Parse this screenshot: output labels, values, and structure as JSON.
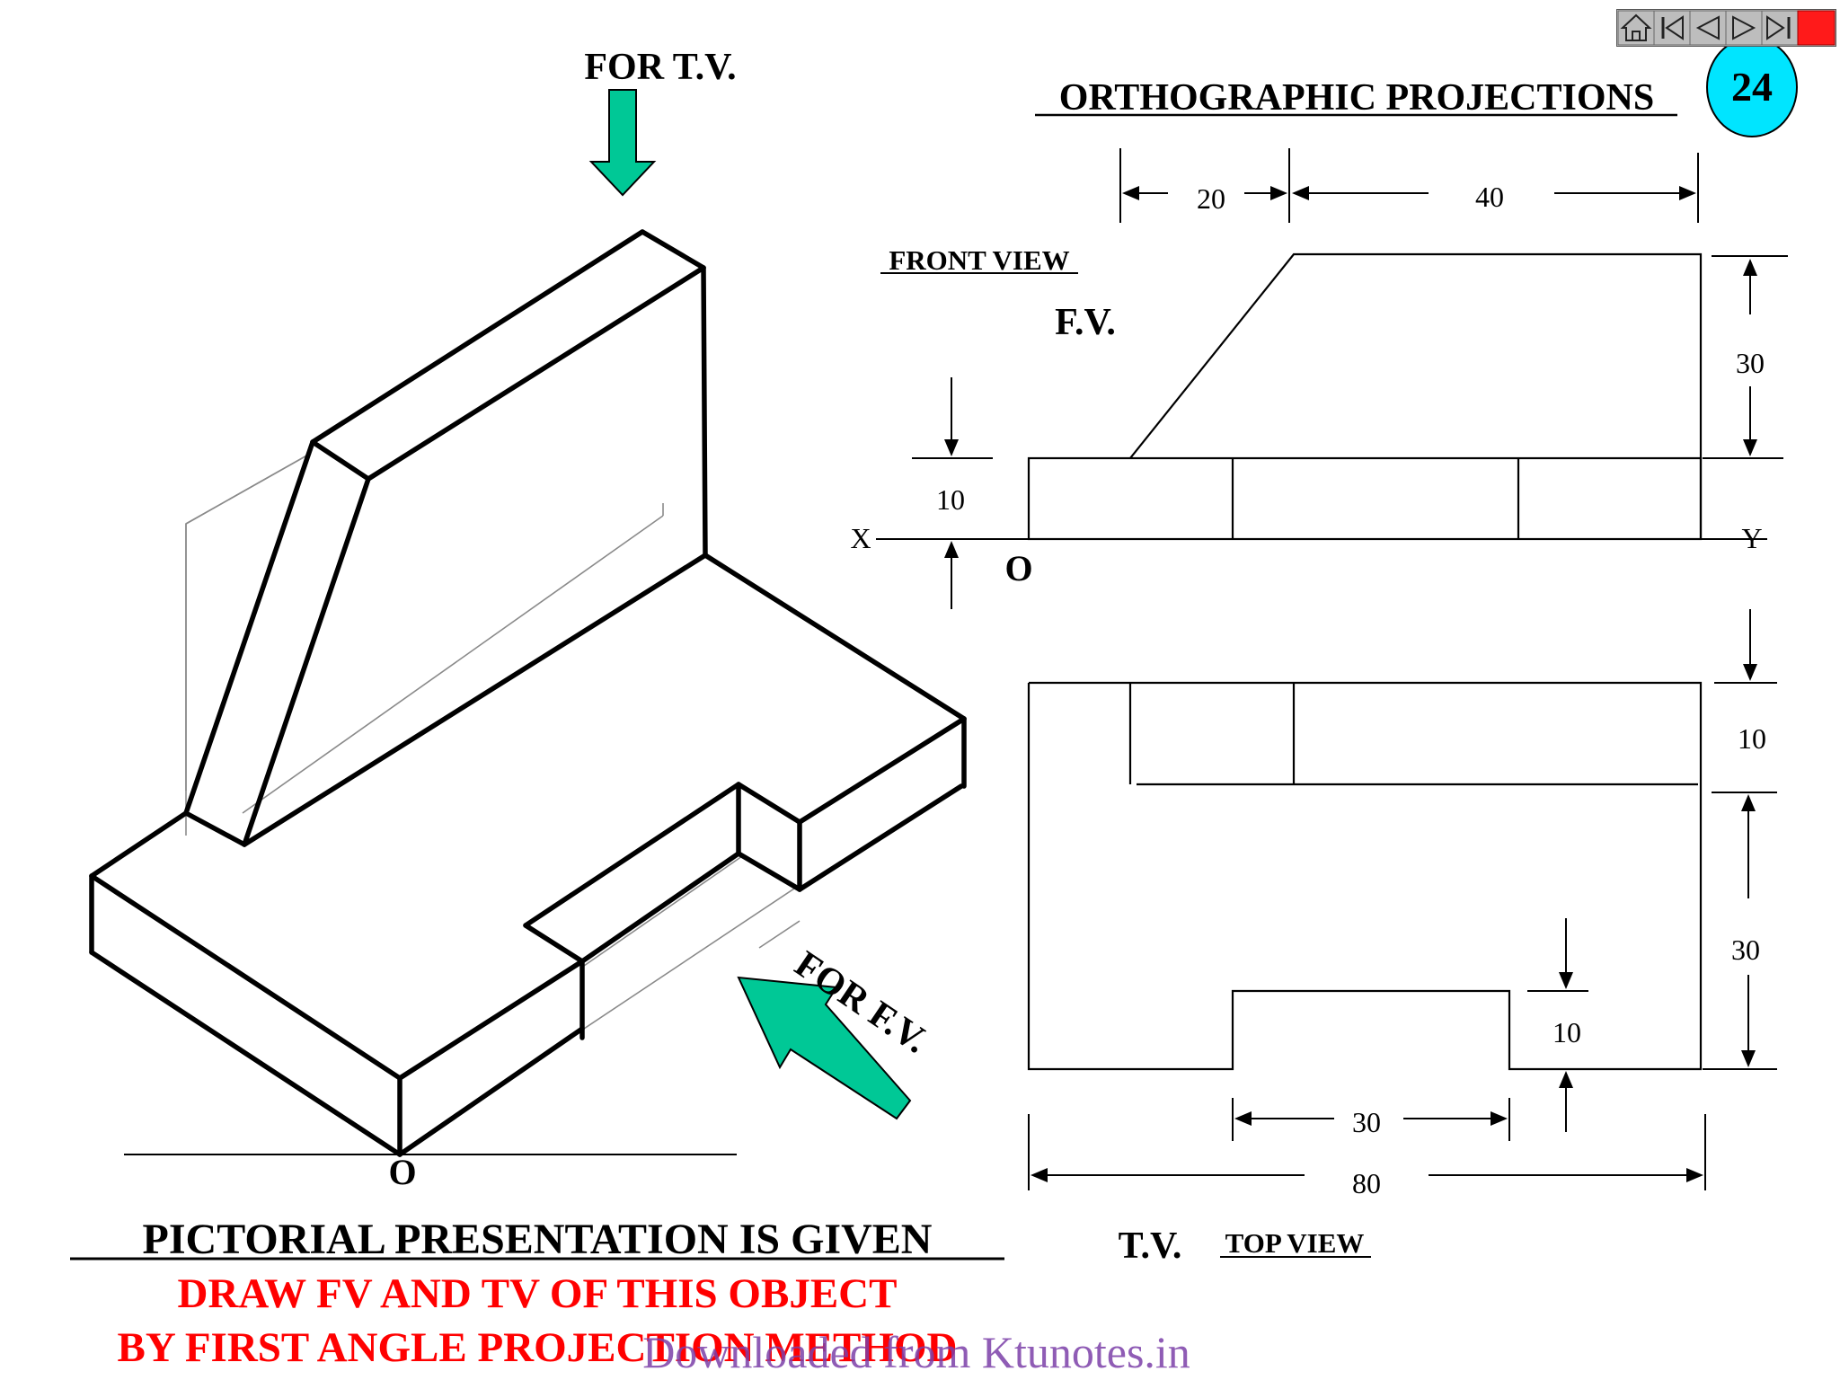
{
  "header": {
    "title": "ORTHOGRAPHIC PROJECTIONS",
    "slide_number": "24"
  },
  "nav": {
    "buttons": [
      "home-icon",
      "first-icon",
      "previous-icon",
      "next-icon",
      "last-icon",
      "close-icon"
    ]
  },
  "pictorial": {
    "label_tv": "FOR T.V.",
    "label_fv": "FOR F.V.",
    "origin_label": "O"
  },
  "front_view": {
    "heading": "FRONT VIEW",
    "label": "F.V.",
    "x_label": "X",
    "y_label": "Y",
    "origin_label": "O",
    "dims": {
      "top_left": "20",
      "top_right": "40",
      "height_upper": "30",
      "height_base": "10"
    }
  },
  "top_view": {
    "heading": "TOP VIEW",
    "label": "T.V.",
    "dims": {
      "depth_back": "10",
      "depth_front": "30",
      "slot_depth": "10",
      "slot_width": "30",
      "overall": "80"
    }
  },
  "instructions": {
    "line1": "PICTORIAL PRESENTATION IS GIVEN",
    "line2": "DRAW FV AND TV OF THIS OBJECT",
    "line3": "BY FIRST ANGLE PROJECTION METHOD"
  },
  "watermark": "Downloaded from Ktunotes.in",
  "colors": {
    "arrow_green": "#00c896",
    "badge_cyan": "#00e5ff",
    "instruction_red": "#ff0000",
    "watermark_purple": "#7b3fa8"
  }
}
